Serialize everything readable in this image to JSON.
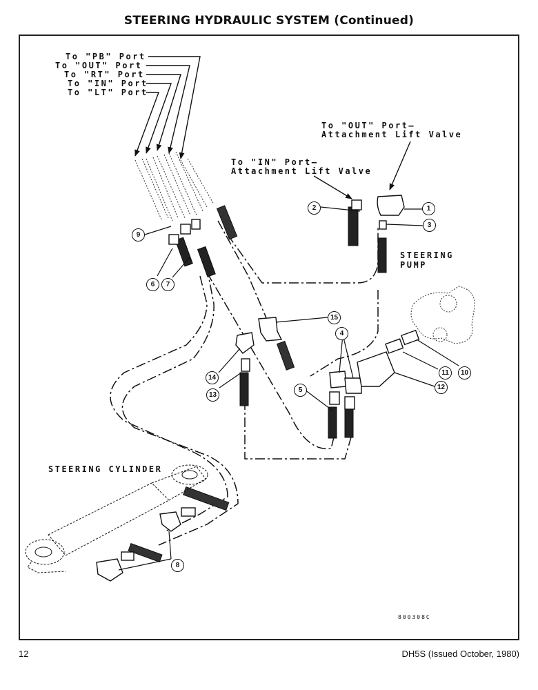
{
  "header": {
    "title": "STEERING HYDRAULIC SYSTEM (Continued)"
  },
  "labels": {
    "pb_port": "To \"PB\" Port",
    "out_port": "To \"OUT\" Port",
    "rt_port": "To \"RT\" Port",
    "in_port": "To \"IN\" Port",
    "lt_port": "To \"LT\" Port",
    "out_lift_1": "To \"OUT\" Port—",
    "out_lift_2": "Attachment Lift Valve",
    "in_lift_1": "To \"IN\" Port—",
    "in_lift_2": "Attachment Lift Valve",
    "steering_pump_1": "STEERING",
    "steering_pump_2": "PUMP",
    "steering_cylinder": "STEERING CYLINDER"
  },
  "callouts": {
    "c1": "1",
    "c2": "2",
    "c3": "3",
    "c4": "4",
    "c5": "5",
    "c6": "6",
    "c7": "7",
    "c8": "8",
    "c9": "9",
    "c10": "10",
    "c11": "11",
    "c12": "12",
    "c13": "13",
    "c14": "14",
    "c15": "15"
  },
  "drawing_number": "800308C",
  "footer": {
    "page_number": "12",
    "doc_id": "DH5S (Issued October, 1980)"
  }
}
